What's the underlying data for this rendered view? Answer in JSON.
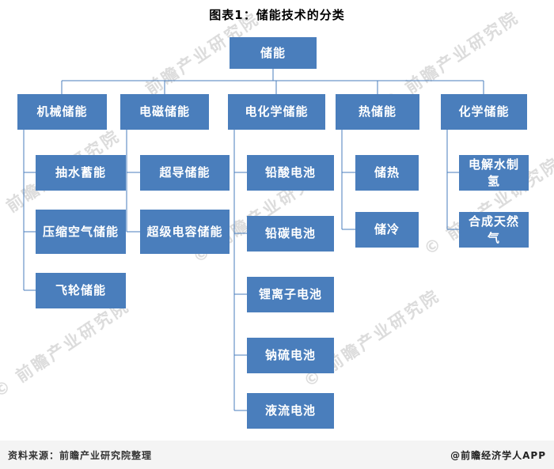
{
  "title": "图表1：储能技术的分类",
  "colors": {
    "box": "#4a7ebc",
    "line": "#4a7ebc",
    "box_text": "#ffffff"
  },
  "root": {
    "label": "储能"
  },
  "branches": [
    {
      "label": "机械储能",
      "children": [
        {
          "label": "抽水蓄能"
        },
        {
          "label": "压缩空气储能"
        },
        {
          "label": "飞轮储能"
        }
      ]
    },
    {
      "label": "电磁储能",
      "children": [
        {
          "label": "超导储能"
        },
        {
          "label": "超级电容储能"
        }
      ]
    },
    {
      "label": "电化学储能",
      "children": [
        {
          "label": "铅酸电池"
        },
        {
          "label": "铅碳电池"
        },
        {
          "label": "锂离子电池"
        },
        {
          "label": "钠硫电池"
        },
        {
          "label": "液流电池"
        }
      ]
    },
    {
      "label": "热储能",
      "children": [
        {
          "label": "储热"
        },
        {
          "label": "储冷"
        }
      ]
    },
    {
      "label": "化学储能",
      "children": [
        {
          "label": "电解水制氢"
        },
        {
          "label": "合成天然气"
        }
      ]
    }
  ],
  "watermark": {
    "text": "© 前瞻产业研究院"
  },
  "footer": {
    "source": "资料来源：前瞻产业研究院整理",
    "credit": "@前瞻经济学人APP"
  }
}
